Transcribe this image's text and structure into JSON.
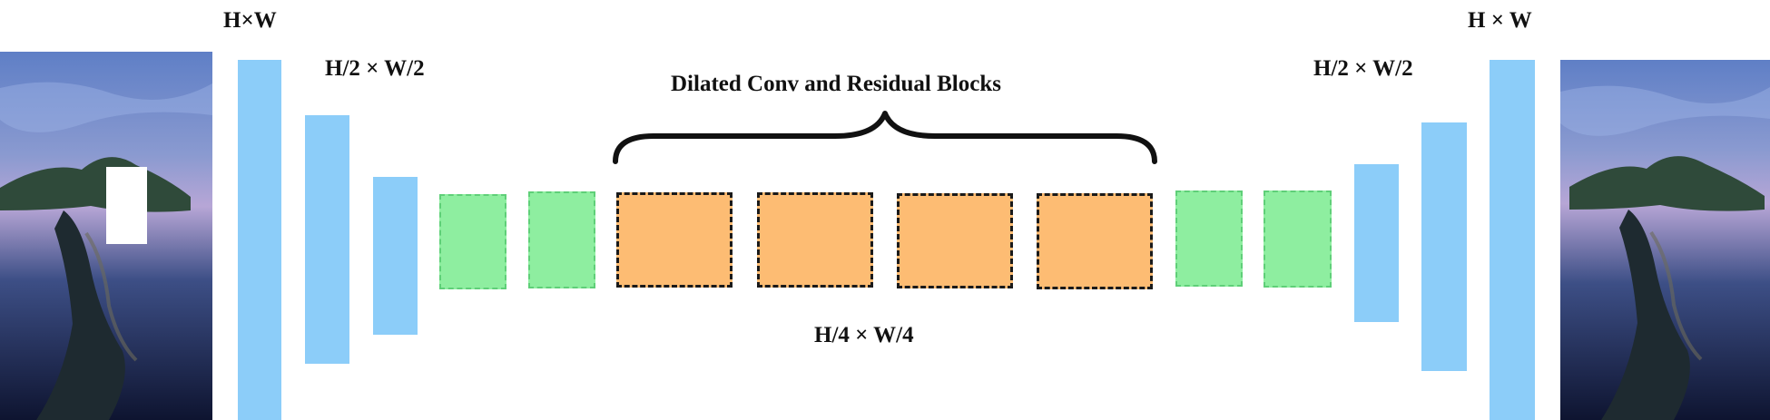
{
  "labels": {
    "input_size": "H×W",
    "enc_half": "H/2 × W/2",
    "blocks_title": "Dilated Conv and Residual Blocks",
    "bottleneck": "H/4 × W/4",
    "dec_half": "H/2 × W/2",
    "output_size": "H × W"
  },
  "colors": {
    "conv_block": "#8ccdf9",
    "transition_block": "#8eeea0",
    "dilated_block": "#fdbc73",
    "dashed_border": "#1a1a1a",
    "mask": "#ffffff"
  },
  "input_image": {
    "icon": "island-photo-with-mask",
    "mask_visible": true
  },
  "output_image": {
    "icon": "island-photo-inpainted"
  }
}
